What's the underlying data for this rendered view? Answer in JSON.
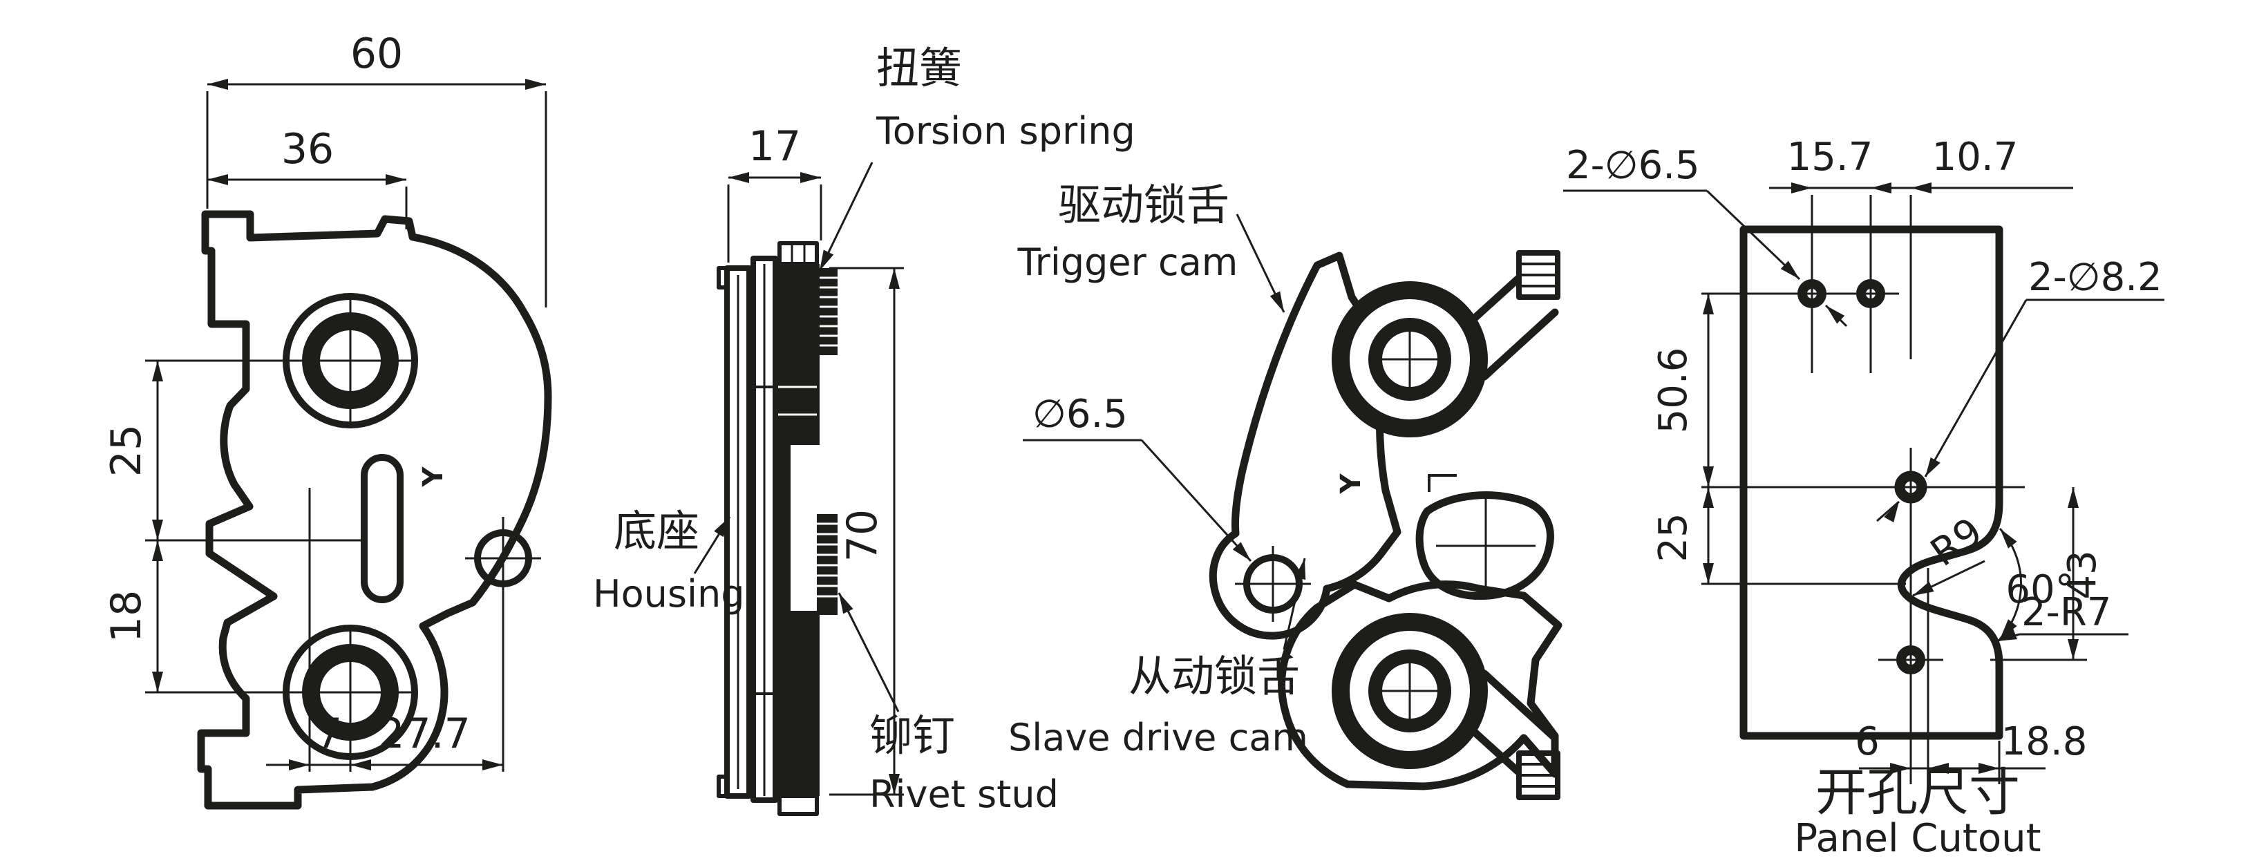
{
  "drawing": {
    "front_view": {
      "dims": {
        "total_width": "60",
        "upper_width": "36",
        "upper_height": "25",
        "lower_height": "18",
        "bottom_offset_left": "7",
        "bottom_offset_right": "27.7"
      },
      "orientation_mark": "Y"
    },
    "side_view": {
      "dims": {
        "thickness": "17",
        "height": "70"
      },
      "labels": {
        "torsion_spring_zh": "扭簧",
        "torsion_spring_en": "Torsion spring",
        "housing_zh": "底座",
        "housing_en": "Housing",
        "rivet_stud_zh": "铆钉",
        "rivet_stud_en": "Rivet stud"
      }
    },
    "cam_view": {
      "labels": {
        "trigger_cam_zh": "驱动锁舌",
        "trigger_cam_en": "Trigger cam",
        "hole_dia": "∅6.5",
        "slave_cam_zh": "从动锁舌",
        "slave_cam_en": "Slave drive cam"
      },
      "orientation_mark": "Y"
    },
    "panel_cutout": {
      "title_zh": "开孔尺寸",
      "title_en": "Panel Cutout",
      "dims": {
        "top_holes": "2-∅6.5",
        "top_span_left": "15.7",
        "top_span_right": "10.7",
        "left_upper_height": "50.6",
        "left_lower_height": "25",
        "mid_holes": "2-∅8.2",
        "notch_radius": "R9",
        "notch_angle": "60°",
        "right_height": "43",
        "corner_radius": "2-R7",
        "bottom_span_left": "6",
        "bottom_span_right": "18.8"
      }
    }
  }
}
